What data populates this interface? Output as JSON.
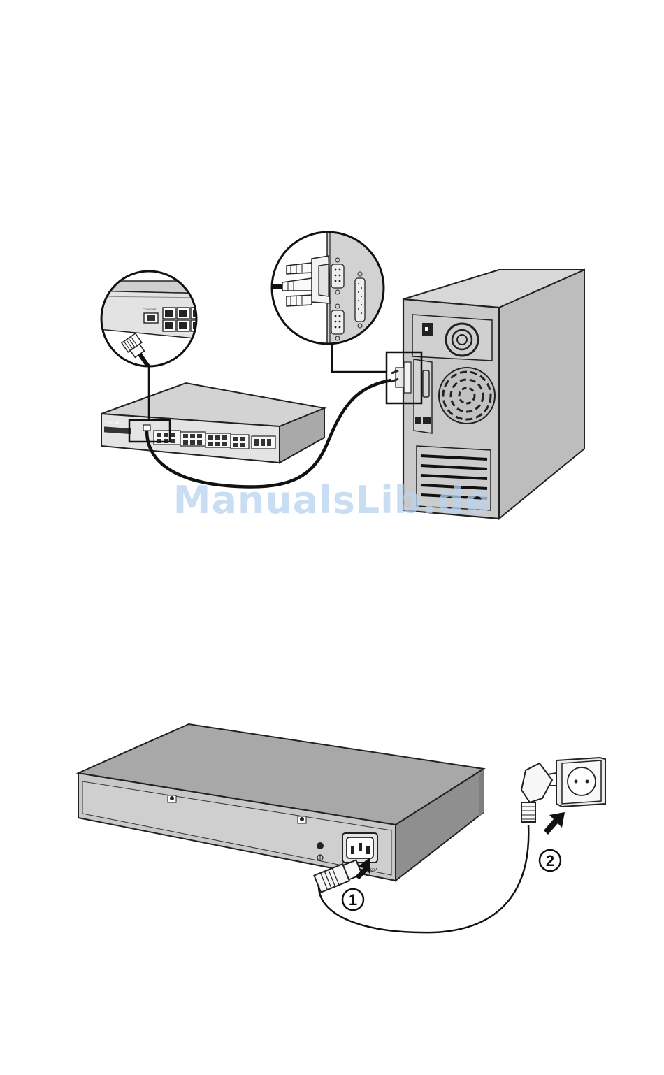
{
  "page": {
    "watermark": "ManualsLib.de"
  },
  "figure_console": {
    "switch_brand": "TP-LINK",
    "console_port_label": "CONSOLE"
  },
  "figure_power": {
    "step1": "1",
    "step2": "2",
    "power_rating": "0.3A"
  }
}
